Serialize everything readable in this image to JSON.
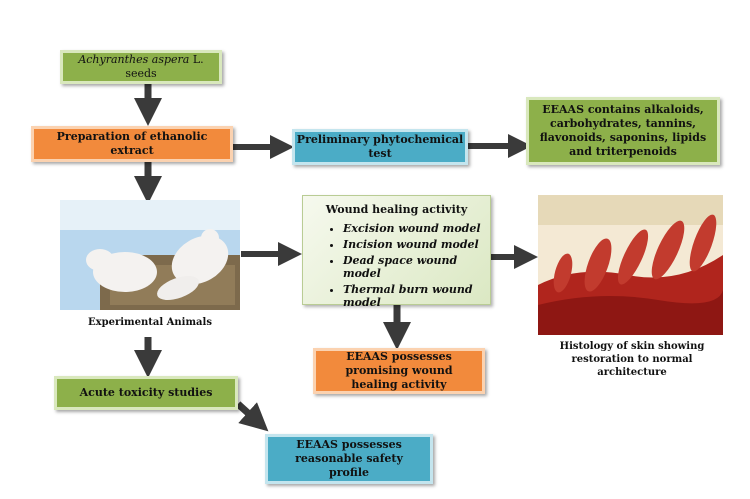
{
  "boxes": {
    "seeds_species": "Achyranthes aspera",
    "seeds_rest": " L. seeds",
    "extract": "Preparation of ethanolic extract",
    "phyto_test": "Preliminary phytochemical test",
    "phyto_result": "EEAAS contains alkaloids, carbohydrates, tannins, flavonoids, saponins, lipids and triterpenoids",
    "wound_result": "EEAAS possesses promising wound healing activity",
    "toxicity": "Acute toxicity studies",
    "safety": "EEAAS possesses reasonable safety profile"
  },
  "wound_panel": {
    "title": "Wound healing activity",
    "items": [
      "Excision wound model",
      "Incision wound model",
      "Dead space wound model",
      "Thermal burn wound model"
    ]
  },
  "captions": {
    "animals": "Experimental Animals",
    "histology": "Histology of skin showing restoration to normal architecture"
  },
  "colors": {
    "green": "#8db04a",
    "orange": "#f28a3c",
    "blue": "#4bacc6",
    "arrow": "#3a3a3a"
  }
}
